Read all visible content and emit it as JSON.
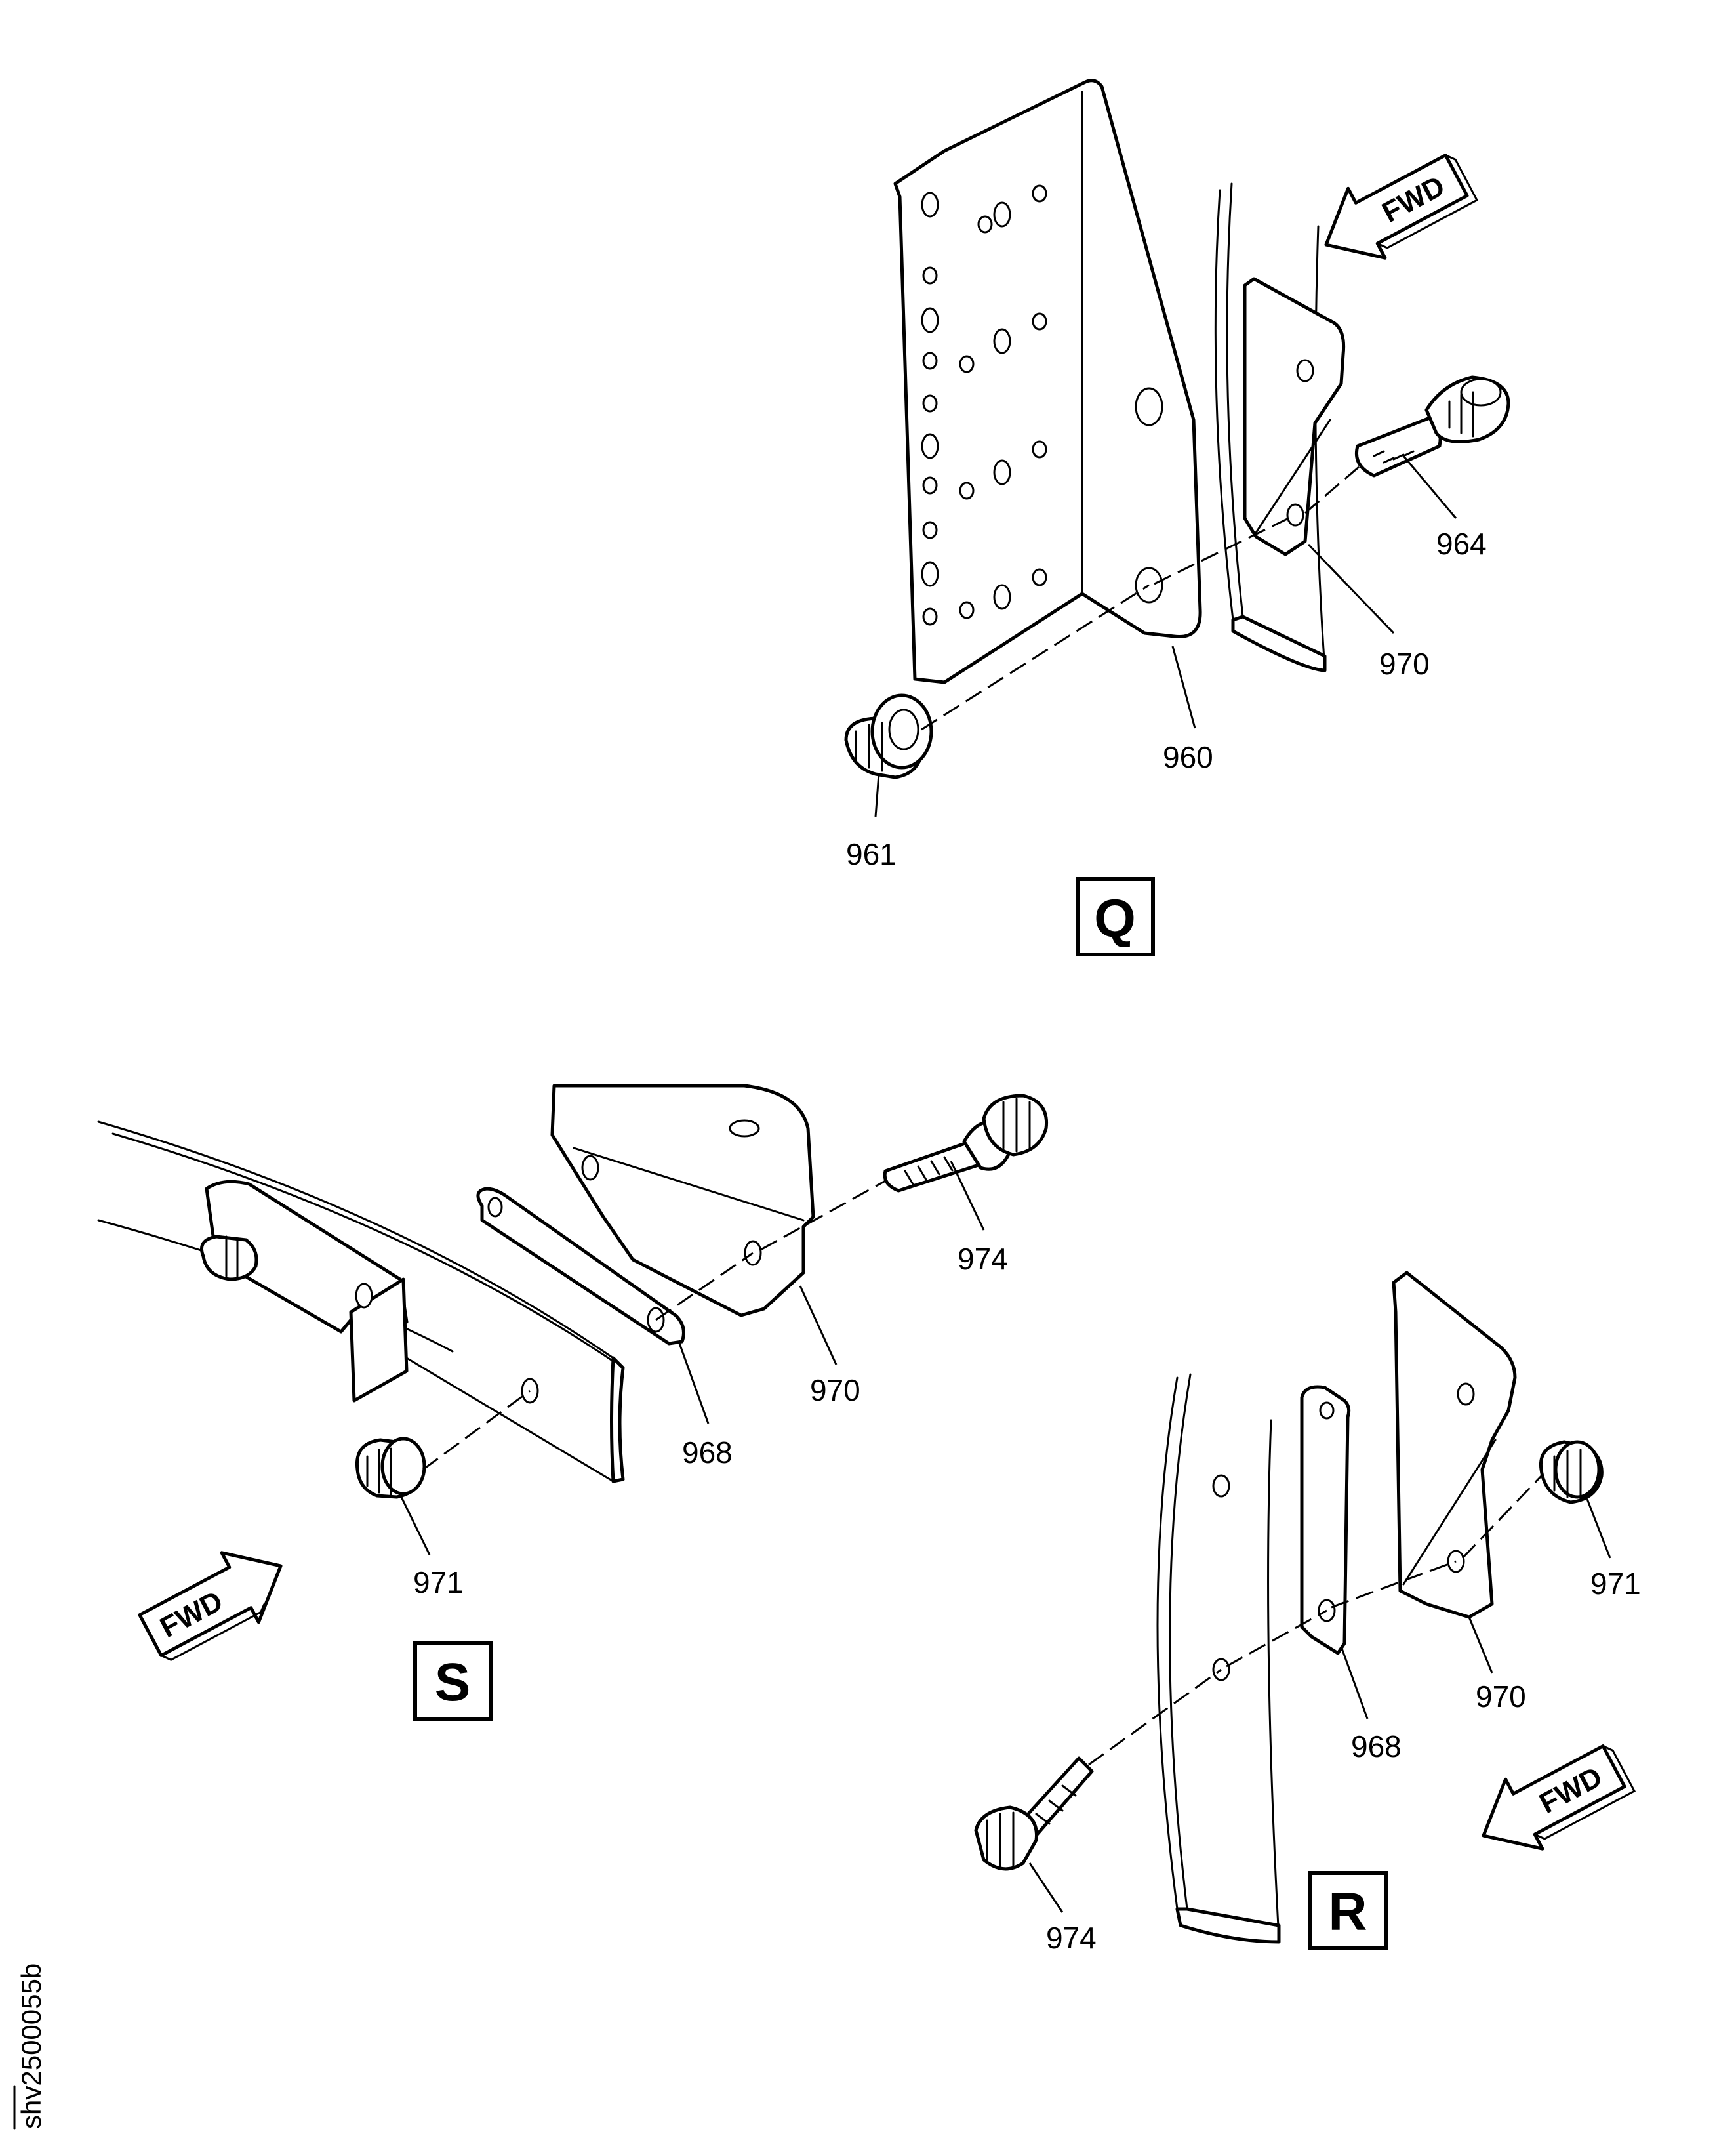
{
  "figure_ref": "shv2500055b",
  "views": [
    {
      "letter": "Q"
    },
    {
      "letter": "S"
    },
    {
      "letter": "R"
    }
  ],
  "direction_arrow": "FWD",
  "callouts": {
    "q_964": "964",
    "q_970": "970",
    "q_960": "960",
    "q_961": "961",
    "s_974": "974",
    "s_970": "970",
    "s_968": "968",
    "s_971": "971",
    "r_971": "971",
    "r_970": "970",
    "r_968": "968",
    "r_974": "974"
  },
  "icons": [
    "bracket",
    "fastener-bolt",
    "nut",
    "spacer-shim",
    "fwd-arrow"
  ]
}
